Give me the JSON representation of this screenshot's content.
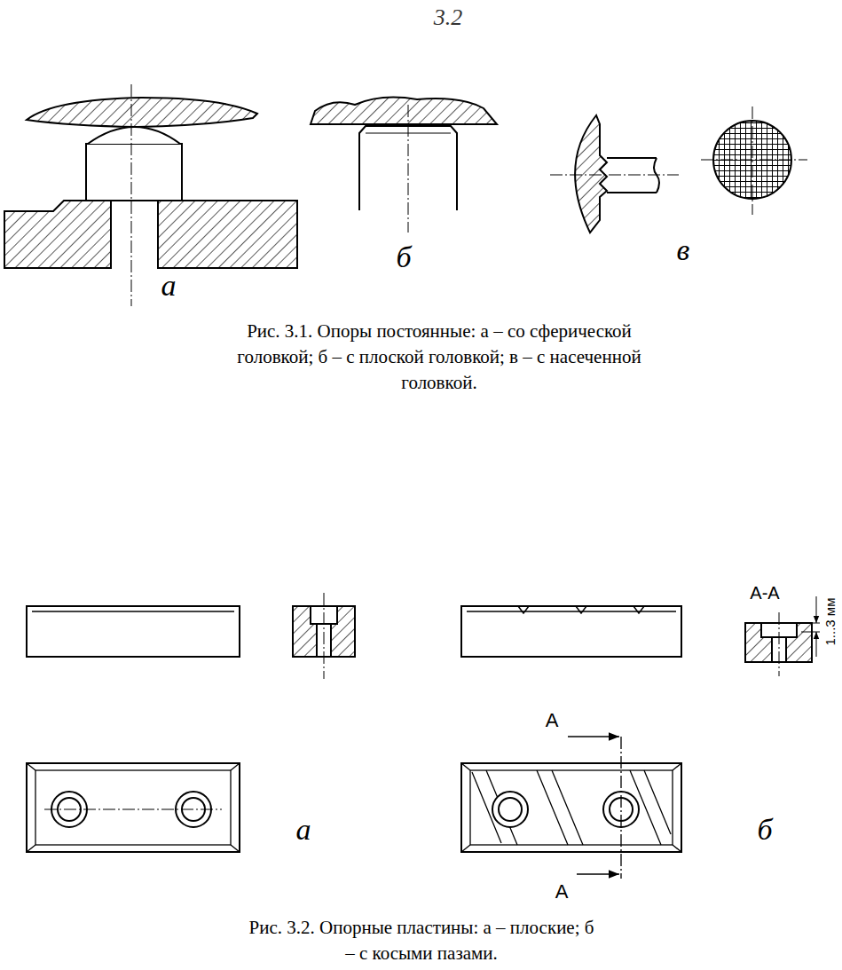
{
  "diagram": {
    "labels": [
      "3.2",
      "а",
      "б",
      "в",
      "Рис. 3.1. Опоры постоянные: а – со сферической головкой; б – с плоской головкой; в – с насеченной головкой.",
      "А-А",
      "1...3 мм",
      "а",
      "б",
      "А",
      "А",
      "Рис. 3.2. Опорные пластины: а – плоские; б – с косыми пазами."
    ]
  }
}
